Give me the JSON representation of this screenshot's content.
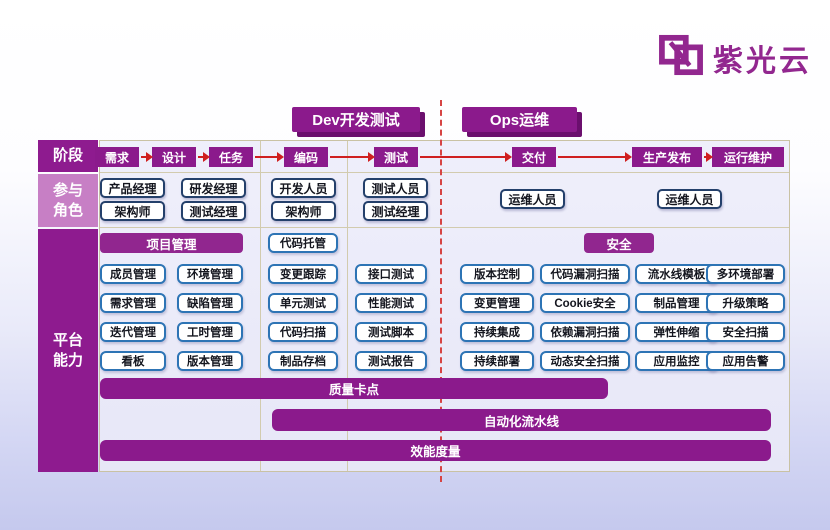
{
  "logo": {
    "brand": "紫光云"
  },
  "badges": {
    "dev": "Dev开发测试",
    "ops": "Ops运维"
  },
  "side": {
    "stage": "阶段",
    "roles": [
      "参与",
      "角色"
    ],
    "platform": [
      "平台",
      "能力"
    ]
  },
  "stages": [
    "需求",
    "设计",
    "任务",
    "编码",
    "测试",
    "交付",
    "生产发布",
    "运行维护"
  ],
  "roles": {
    "plan": [
      "产品经理",
      "研发经理",
      "架构师",
      "测试经理"
    ],
    "coding": [
      "开发人员",
      "架构师"
    ],
    "testing": [
      "测试人员",
      "测试经理"
    ],
    "ops": [
      "运维人员",
      "运维人员"
    ]
  },
  "capabilities": {
    "project_header": "项目管理",
    "security_header": "安全",
    "project": [
      "成员管理",
      "环境管理",
      "需求管理",
      "缺陷管理",
      "迭代管理",
      "工时管理",
      "看板",
      "版本管理"
    ],
    "coding": [
      "代码托管",
      "变更跟踪",
      "单元测试",
      "代码扫描",
      "制品存档"
    ],
    "testing": [
      "接口测试",
      "性能测试",
      "测试脚本",
      "测试报告"
    ],
    "delivery": [
      "版本控制",
      "变更管理",
      "持续集成",
      "持续部署"
    ],
    "security": [
      "代码漏洞扫描",
      "Cookie安全",
      "依赖漏洞扫描",
      "动态安全扫描"
    ],
    "pipeline": [
      "流水线模板",
      "制品管理",
      "弹性伸缩",
      "应用监控"
    ],
    "deploy": [
      "多环境部署",
      "升级策略",
      "安全扫描",
      "应用告警"
    ]
  },
  "bars": {
    "quality": "质量卡点",
    "automation": "自动化流水线",
    "metrics": "效能度量"
  },
  "colors": {
    "brand_purple": "#92278F",
    "deep_purple": "#8B1A8C",
    "mauve": "#C77FC5",
    "cap_border_blue": "#2D74B5",
    "role_border_navy": "#24406B",
    "arrow_red": "#CF1F1F",
    "panel_bg": "#EAEAF8",
    "panel_border": "#C9C2A4"
  }
}
